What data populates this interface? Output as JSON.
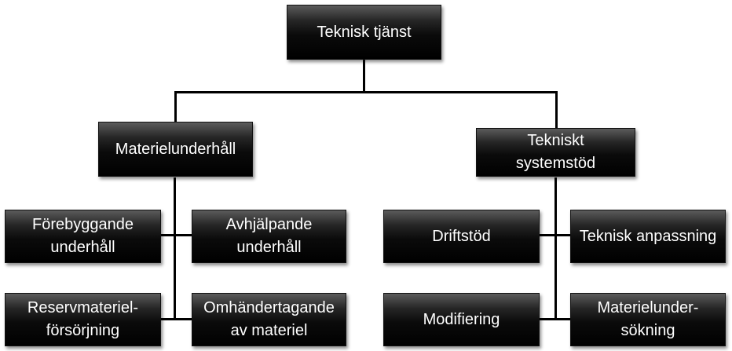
{
  "root": {
    "lines": [
      "Teknisk tjänst"
    ]
  },
  "branches": [
    {
      "title": {
        "lines": [
          "Materielunderhåll"
        ]
      },
      "children": [
        {
          "lines": [
            "Förebyggande",
            "underhåll"
          ]
        },
        {
          "lines": [
            "Avhjälpande",
            "underhåll"
          ]
        },
        {
          "lines": [
            "Reservmateriel-",
            "försörjning"
          ]
        },
        {
          "lines": [
            "Omhändertagande",
            "av materiel"
          ]
        }
      ]
    },
    {
      "title": {
        "lines": [
          "Tekniskt",
          "systemstöd"
        ]
      },
      "children": [
        {
          "lines": [
            "Driftstöd"
          ]
        },
        {
          "lines": [
            "Teknisk anpassning"
          ]
        },
        {
          "lines": [
            "Modifiering"
          ]
        },
        {
          "lines": [
            "Materielunder-",
            "sökning"
          ]
        }
      ]
    }
  ],
  "colors": {
    "box_fill": "#000000",
    "box_text": "#ffffff",
    "connector": "#000000"
  }
}
